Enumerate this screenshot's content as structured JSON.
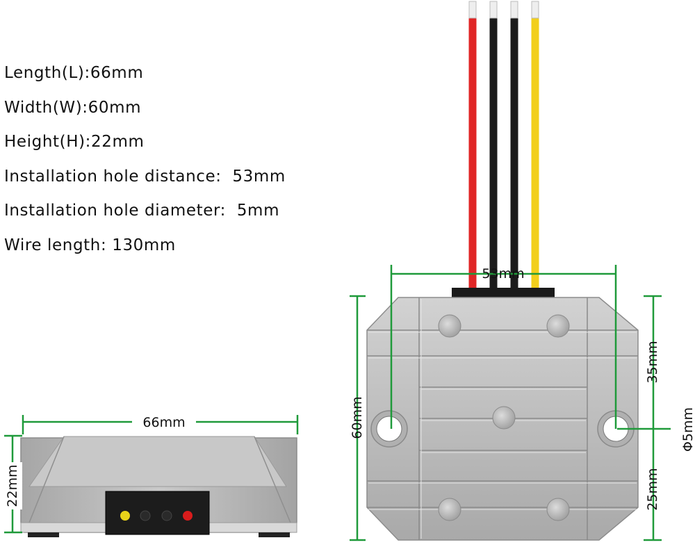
{
  "specs": [
    "Length(L):66mm",
    "Width(W):60mm",
    "Height(H):22mm",
    "Installation hole distance:  53mm",
    "Installation hole diameter:  5mm",
    "Wire length: 130mm"
  ],
  "dimensions": {
    "hole_distance": "53mm",
    "width": "60mm",
    "upper_offset": "35mm",
    "lower_offset": "25mm",
    "hole_diameter": "Φ5mm",
    "length": "66mm",
    "height": "22mm"
  },
  "colors": {
    "dimension_line": "#1f9a3a",
    "wire_red": "#e02626",
    "wire_black": "#1b1b1b",
    "wire_yellow": "#f2cf1c",
    "led_yellow": "#e8d21a",
    "led_red": "#d91c1c",
    "housing": "#b9b9b9"
  }
}
